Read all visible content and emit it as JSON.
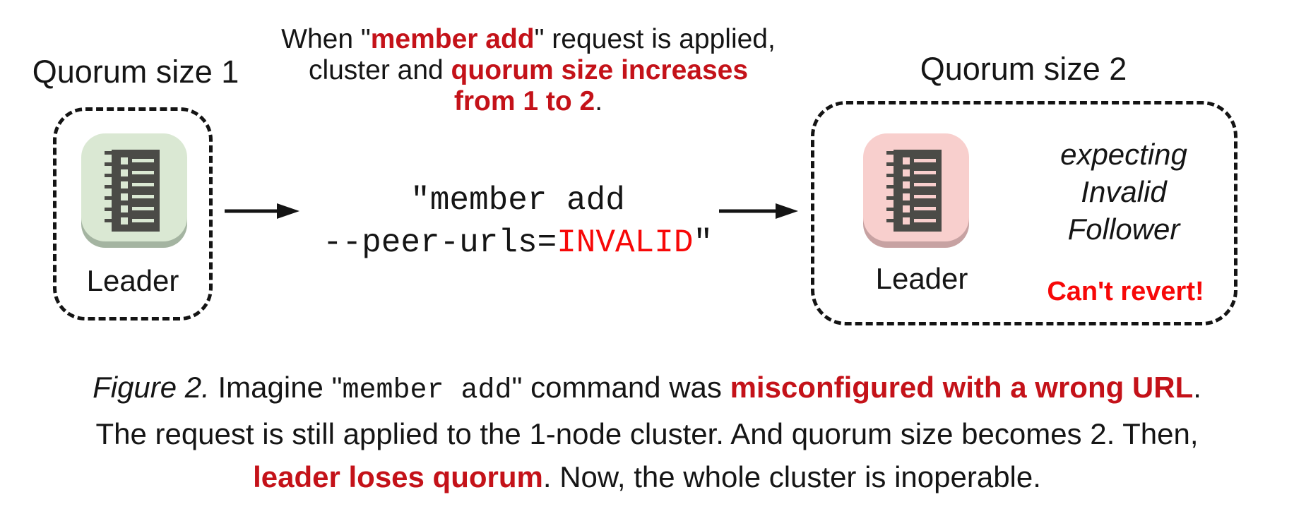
{
  "diagram": {
    "left": {
      "title": "Quorum size 1",
      "node_label": "Leader"
    },
    "right": {
      "title": "Quorum size 2",
      "node_label": "Leader",
      "expecting_line1": "expecting",
      "expecting_line2": "Invalid",
      "expecting_line3": "Follower",
      "warning": "Can't revert!"
    },
    "top_note": {
      "l1_pre": "When \"",
      "l1_red": "member add",
      "l1_post": "\" request is applied,",
      "l2_pre": "cluster and ",
      "l2_red": "quorum size increases",
      "l3_red": "from 1 to 2",
      "l3_post": "."
    },
    "command": {
      "line1": "\"member add",
      "line2_pre": "--peer-urls=",
      "line2_red": "INVALID",
      "line2_post": "\""
    }
  },
  "caption": {
    "l1_figure": "Figure 2.",
    "l1_t1": " Imagine \"",
    "l1_mono": "member add",
    "l1_t2": "\" command was ",
    "l1_red": "misconfigured with a wrong URL",
    "l1_t3": ".",
    "l2": "The request is still applied to the 1-node cluster. And quorum size becomes 2. Then,",
    "l3_red": "leader loses quorum",
    "l3_t": ". Now, the whole cluster is inoperable."
  },
  "colors": {
    "crimson_red": "#c41219",
    "bright_red": "#f70808",
    "green_node_fill": "#dae8d3",
    "green_node_shadow": "#a4b4a1",
    "pink_node_fill": "#f8cfcd",
    "pink_node_shadow": "#c7a2a2",
    "icon_dark": "#4b4b47",
    "line_black": "#141414"
  }
}
